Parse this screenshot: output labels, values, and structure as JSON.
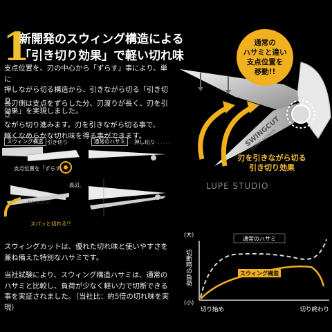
{
  "header": {
    "number": "1",
    "title_line1": "新開発のスウィング構造による",
    "title_line2": "「引き切り効果」で軽い切れ味"
  },
  "paragraphs": {
    "p1": "支点位置を、刃の中心から「ずらす」事により、単に\n押しながら切る構造から、引きながら切る「引き切り\n効果」を実現しました。",
    "p2": "長刃側は支点をずらした分、刃渡りが長く、刃を引き\nながら切り進みます。刃を引きながら切る事で、\n軽くなめらかな切れ味を得る事ができます。",
    "p3": "スウィングカットは、優れた切れ味と使いやすさを\n兼ね備えた特別なハサミです。",
    "p4": "当社試験により、スウィング構造ハサミは、通常の\nハサミと比較し、負荷が少なく軽い力で切断できる\n事を実証されました。（当社比：約5倍の切れ味を実現）"
  },
  "badge_text": "通常の\nハサミと違い\n支点位置を\n移動!!",
  "photo_caption": "刃を引きながら切る\n引き切り効果",
  "watermark": "LUPE STUDIO",
  "blade_text": "SWINGCUT",
  "blade_subtext": "Stylish scissors",
  "diagram": {
    "swing_label": "スウィング構造",
    "swing_action": "引き切り",
    "normal_label": "通常のハサミ",
    "normal_action": "押し切り",
    "pivot_note": "支点位置を「ずらす」",
    "long_blade": "長刃",
    "swipe_note": "スパッと切れる!!",
    "blade_mini": "SWINGCUT"
  },
  "chart_data": {
    "type": "line",
    "ylabel": "切断時の負荷",
    "y_high": "(大)",
    "y_low": "(小)",
    "x_start": "切り始め",
    "x_end": "切り終わり",
    "series": [
      {
        "name": "通常のハサミ",
        "style": "dashed",
        "color": "#dddddd"
      },
      {
        "name": "スウィング構造",
        "style": "solid",
        "color": "#f0b020"
      }
    ]
  },
  "colors": {
    "accent": "#f0b020",
    "background": "#000000"
  }
}
